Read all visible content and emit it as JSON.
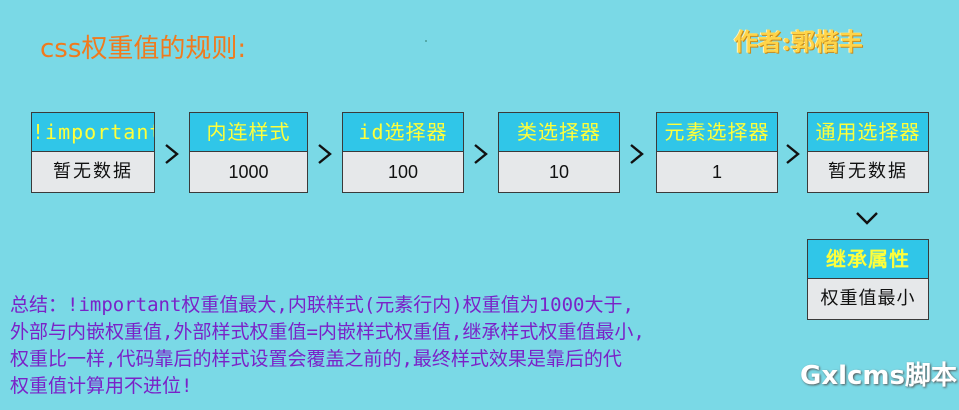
{
  "title": "css权重值的规则:",
  "author": "作者:郭楷丰",
  "nodes": [
    {
      "header": "!important",
      "value": "暂无数据"
    },
    {
      "header": "内连样式",
      "value": "1000"
    },
    {
      "header": "id选择器",
      "value": "100"
    },
    {
      "header": "类选择器",
      "value": "10"
    },
    {
      "header": "元素选择器",
      "value": "1"
    },
    {
      "header": "通用选择器",
      "value": "暂无数据"
    },
    {
      "header": "继承属性",
      "value": "权重值最小"
    }
  ],
  "summary": [
    "总结：!important权重值最大,内联样式(元素行内)权重值为1000大于,",
    "外部与内嵌权重值,外部样式权重值=内嵌样式权重值,继承样式权重值最小,",
    "权重比一样,代码靠后的样式设置会覆盖之前的,最终样式效果是靠后的代",
    "权重值计算用不进位!"
  ],
  "watermark": "Gxlcms脚本",
  "colors": {
    "background": "#7ad9e6",
    "header": "#30c6e8",
    "header_text": "#ffff3a",
    "title": "#f07a1e",
    "summary": "#7a22c8",
    "author": "#ffd54a"
  }
}
